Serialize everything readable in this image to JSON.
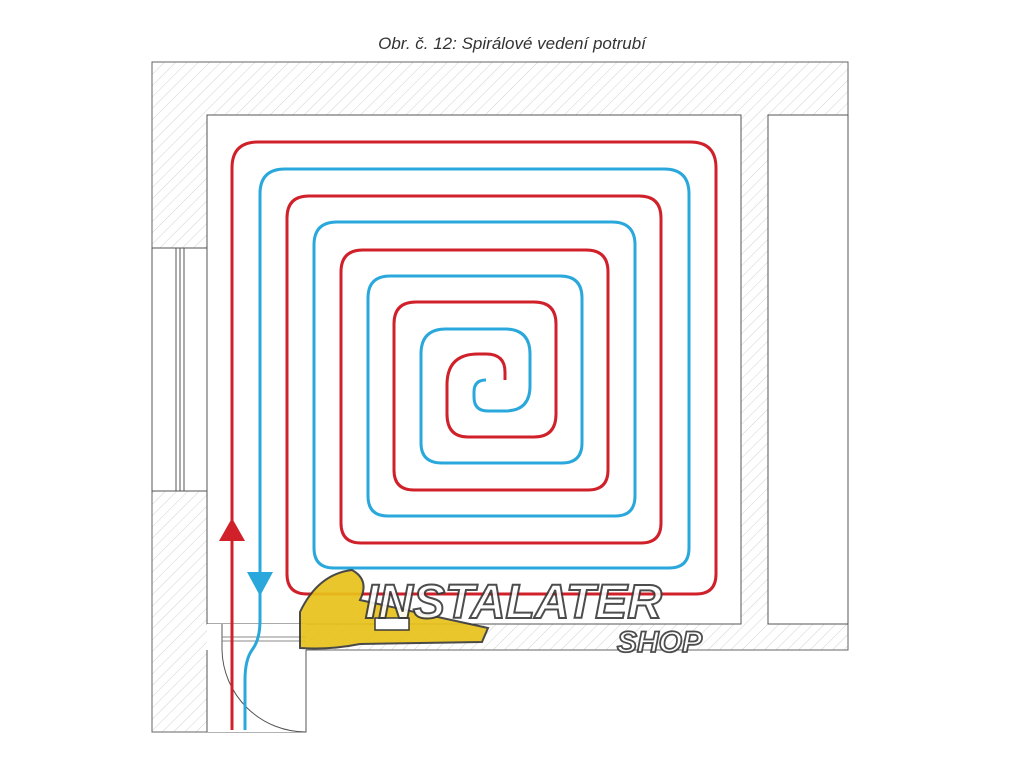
{
  "caption": "Obr. č. 12: Spirálové vedení potrubí",
  "logo": {
    "brand": "INSTALATER",
    "sub": "SHOP"
  },
  "colors": {
    "supply_pipe": "#d0202a",
    "return_pipe": "#2aa8dc",
    "wall_hatch": "#cfcfcf",
    "wall_outline": "#555555",
    "logo_yellow": "#e8c21a",
    "logo_outline": "#3a3a3a"
  },
  "icons": [
    "supply-arrow-up-icon",
    "return-arrow-down-icon",
    "door-swing-icon",
    "instalater-logo-icon"
  ]
}
